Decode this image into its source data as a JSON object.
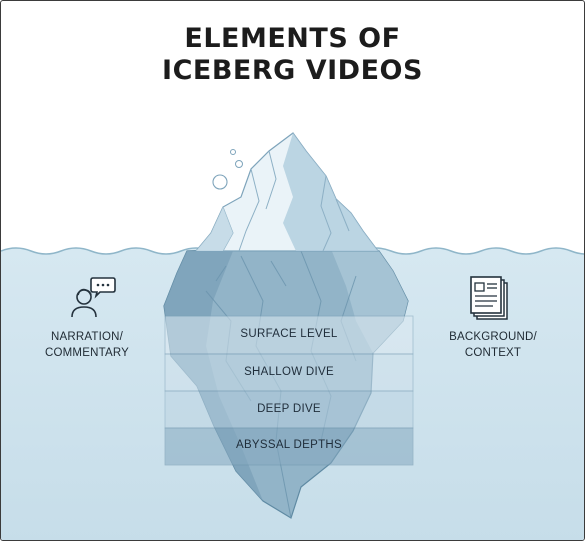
{
  "title": {
    "line1": "ELEMENTS OF",
    "line2": "ICEBERG VIDEOS"
  },
  "left_label": {
    "line1": "NARRATION/",
    "line2": "COMMENTARY",
    "icon": "person-speech-bubble-icon"
  },
  "right_label": {
    "line1": "BACKGROUND/",
    "line2": "CONTEXT",
    "icon": "documents-stack-icon"
  },
  "layers": [
    {
      "label": "SURFACE LEVEL"
    },
    {
      "label": "SHALLOW DIVE"
    },
    {
      "label": "DEEP DIVE"
    },
    {
      "label": "ABYSSAL DEPTHS"
    }
  ],
  "colors": {
    "water": "#cfe3ed",
    "waterline": "#8fb6c9",
    "ice_above": "#e9f3f8",
    "ice_shadow": "#a9c7d8",
    "ice_below": "#8fb1c6",
    "ice_deep": "#6f97b0",
    "title": "#1c1c1c"
  }
}
